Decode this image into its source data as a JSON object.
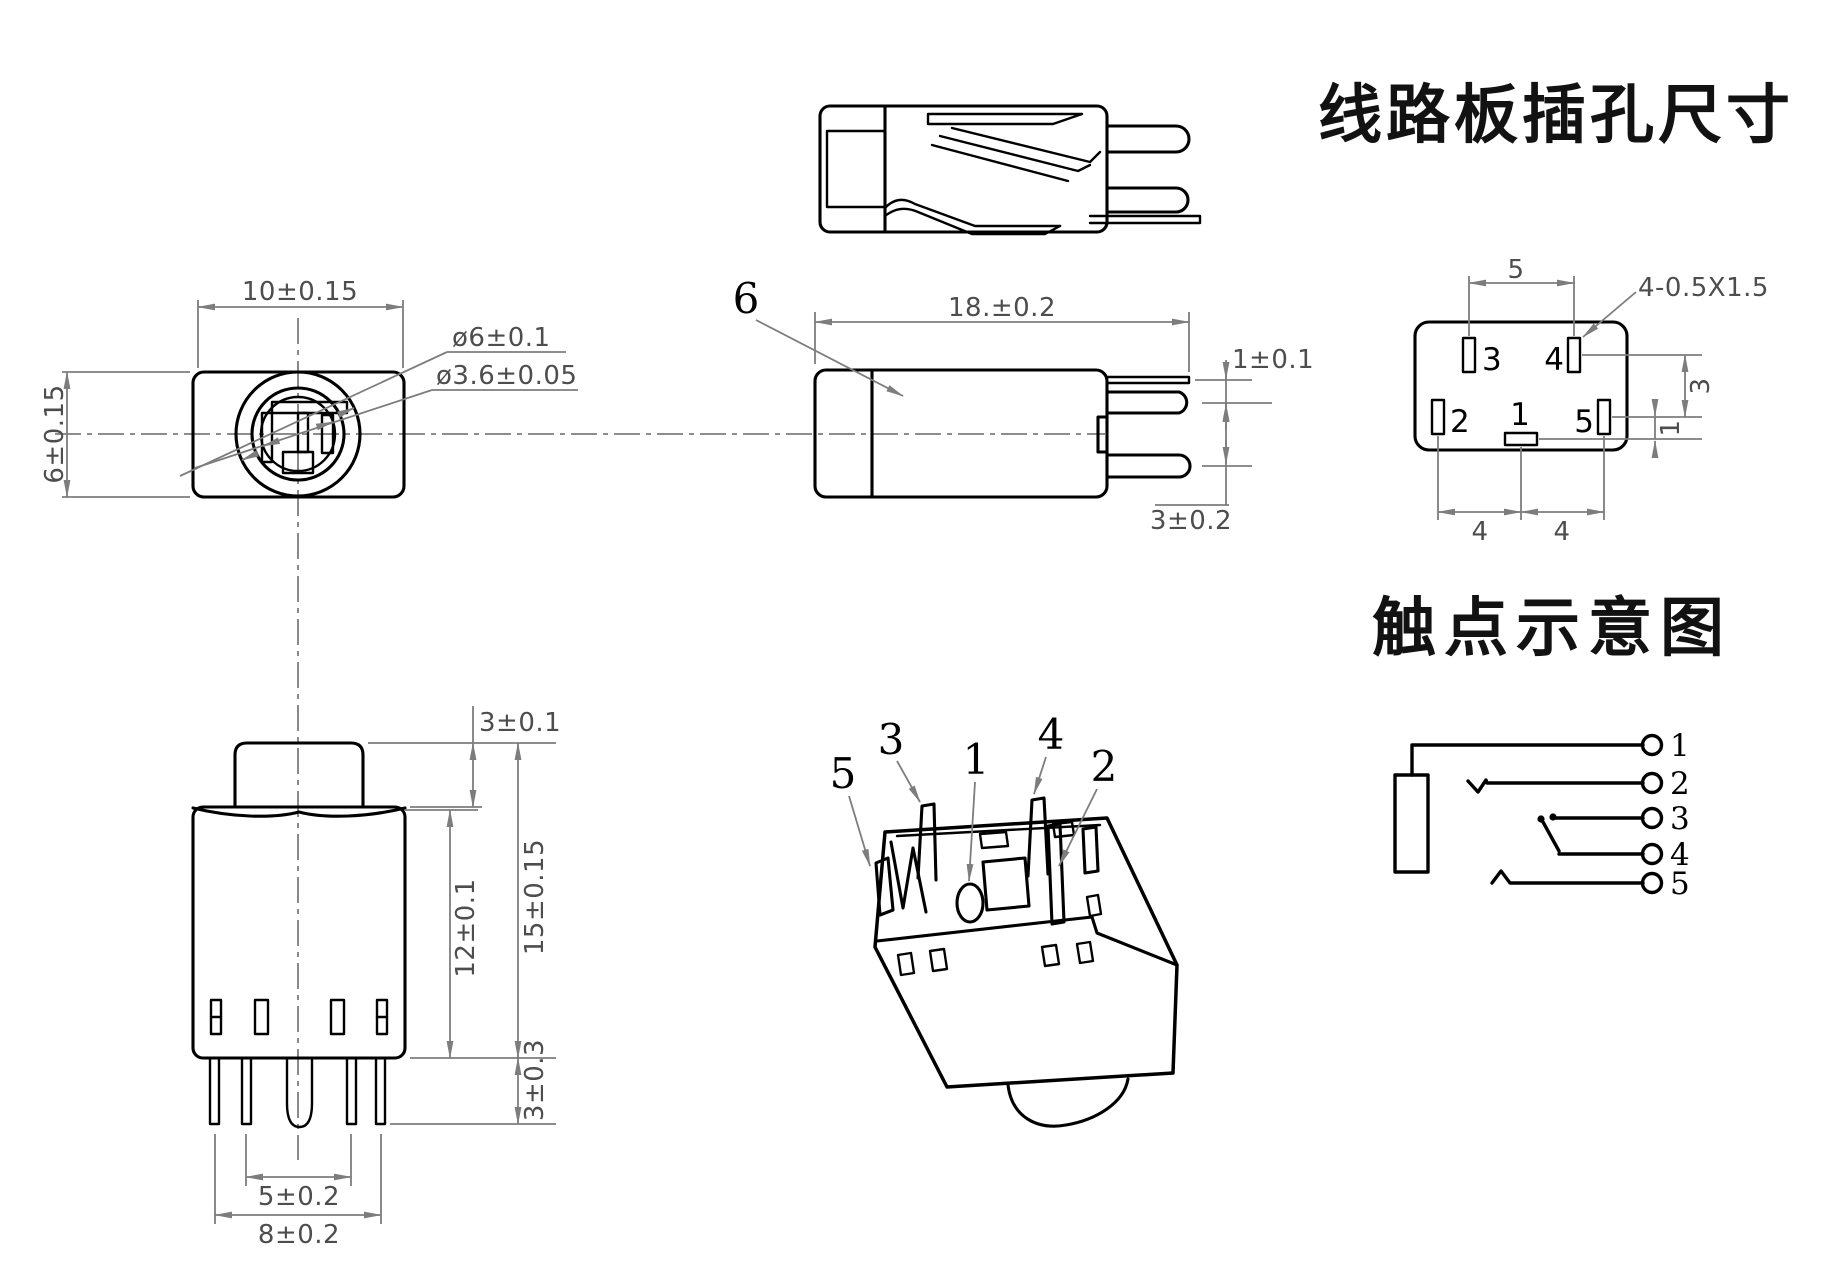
{
  "titles": {
    "pcb_holes": "线路板插孔尺寸",
    "contacts": "触点示意图"
  },
  "front_view": {
    "width": "10±0.15",
    "height": "6±0.15",
    "outer_diameter": "ø6±0.1",
    "inner_diameter": "ø3.6±0.05"
  },
  "side_view": {
    "part_label": "6",
    "length": "18.±0.2",
    "pin_offset": "1±0.1",
    "pin_pitch": "3±0.2"
  },
  "bottom_view": {
    "knob_height": "3±0.1",
    "body_height": "12±0.1",
    "total_height": "15±0.15",
    "pin_length": "3±0.3",
    "inner_pin_span": "5±0.2",
    "outer_pin_span": "8±0.2"
  },
  "pcb_view": {
    "pad_pitch_top": "5",
    "slot_spec": "4-0.5X1.5",
    "pitch_right": "3",
    "offset_right": "1",
    "pitch_bottom_left": "4",
    "pitch_bottom_right": "4",
    "pad1": "1",
    "pad2": "2",
    "pad3": "3",
    "pad4": "4",
    "pad5": "5"
  },
  "iso_view": {
    "label1": "1",
    "label2": "2",
    "label3": "3",
    "label4": "4",
    "label5": "5"
  },
  "schematic": {
    "terminal1": "1",
    "terminal2": "2",
    "terminal3": "3",
    "terminal4": "4",
    "terminal5": "5"
  }
}
